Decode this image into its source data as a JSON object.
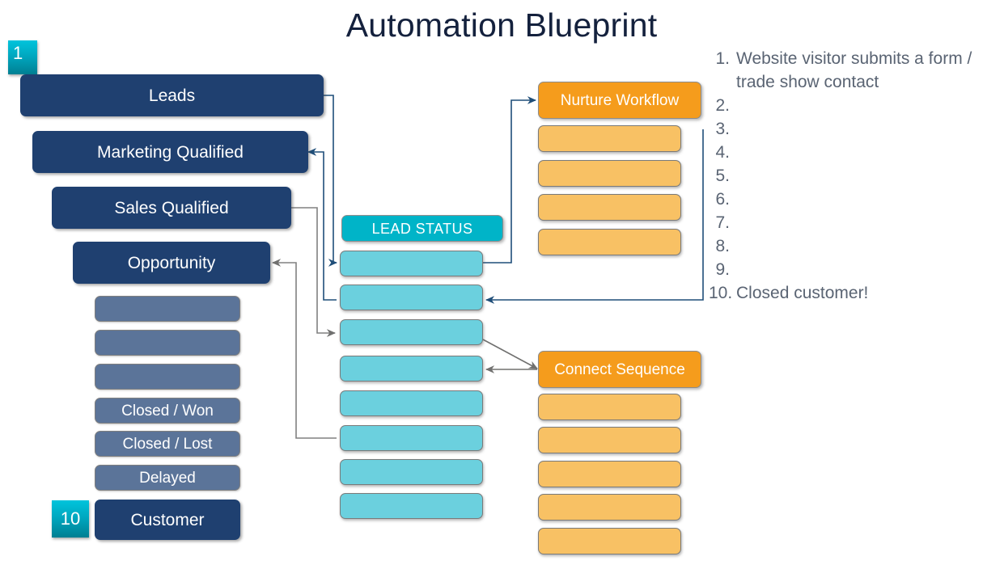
{
  "title": "Automation Blueprint",
  "colors": {
    "navy": "#1F4070",
    "grey_blue": "#5B7499",
    "cyan_header": "#00B4C8",
    "cyan_row": "#6BD0DE",
    "orange_header": "#F59C1C",
    "orange_row": "#F8C164",
    "badge_teal": "#00A8C0",
    "title_text": "#14213d",
    "list_text": "#5a6473",
    "connector_navy": "#1F4E79",
    "connector_grey": "#808080"
  },
  "badges": [
    {
      "label": "1",
      "name": "step-badge-1"
    },
    {
      "label": "10",
      "name": "step-badge-10"
    }
  ],
  "funnel": {
    "stages": [
      {
        "label": "Leads",
        "type": "stage"
      },
      {
        "label": "Marketing Qualified",
        "type": "stage"
      },
      {
        "label": "Sales Qualified",
        "type": "stage"
      },
      {
        "label": "Opportunity",
        "type": "stage"
      },
      {
        "label": "",
        "type": "substage"
      },
      {
        "label": "",
        "type": "substage"
      },
      {
        "label": "",
        "type": "substage"
      },
      {
        "label": "Closed / Won",
        "type": "substage"
      },
      {
        "label": "Closed / Lost",
        "type": "substage"
      },
      {
        "label": "Delayed",
        "type": "substage"
      },
      {
        "label": "Customer",
        "type": "stage"
      }
    ]
  },
  "lead_status": {
    "header": "LEAD STATUS",
    "rows": [
      "",
      "",
      "",
      "",
      "",
      "",
      "",
      ""
    ]
  },
  "nurture_workflow": {
    "header": "Nurture Workflow",
    "rows": [
      "",
      "",
      "",
      ""
    ]
  },
  "connect_sequence": {
    "header": "Connect Sequence",
    "rows": [
      "",
      "",
      "",
      "",
      ""
    ]
  },
  "steps_list": [
    {
      "num": "1.",
      "text": "Website visitor submits a form / trade show contact"
    },
    {
      "num": "2.",
      "text": ""
    },
    {
      "num": "3.",
      "text": ""
    },
    {
      "num": "4.",
      "text": ""
    },
    {
      "num": "5.",
      "text": ""
    },
    {
      "num": "6.",
      "text": ""
    },
    {
      "num": "7.",
      "text": ""
    },
    {
      "num": "8.",
      "text": ""
    },
    {
      "num": "9.",
      "text": ""
    },
    {
      "num": "10.",
      "text": "Closed customer!"
    }
  ]
}
